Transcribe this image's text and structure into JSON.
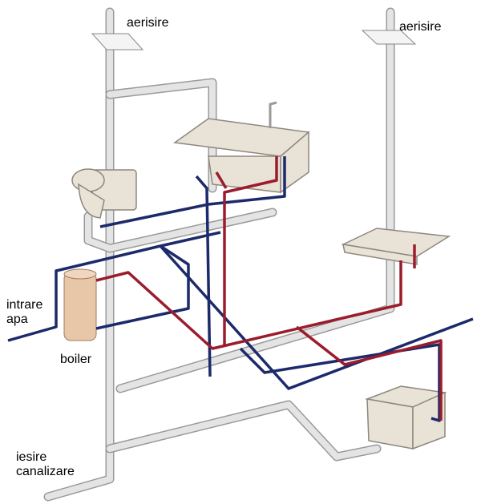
{
  "labels": {
    "vent_left": "aerisire",
    "vent_right": "aerisire",
    "water_inlet": "intrare\napa",
    "boiler": "boiler",
    "sewer_outlet": "iesire\ncanalizare"
  },
  "colors": {
    "hot_water": "#9b1c2c",
    "cold_water": "#1c2a6c",
    "drain_pipe": "#d8d8d8",
    "fixture": "#e9e2d6"
  }
}
